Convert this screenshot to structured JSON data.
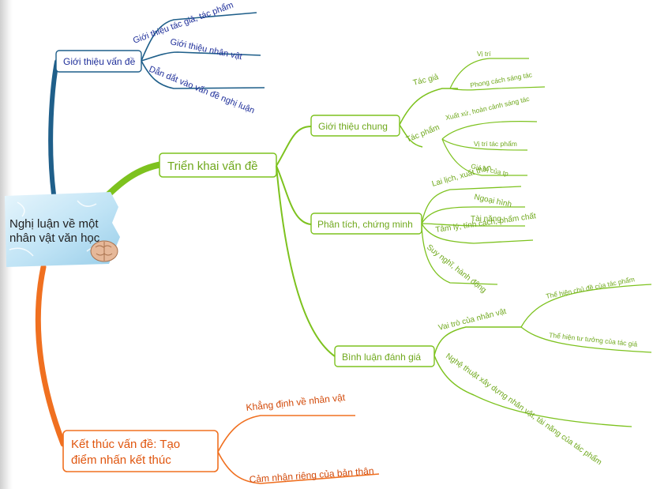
{
  "central": {
    "line1": "Nghị luận về một",
    "line2": "nhân vật văn học"
  },
  "branch_intro": {
    "label": "Giới thiệu vấn đề",
    "children": [
      "Giới thiệu tác giả, tác phẩm",
      "Giới thiệu nhân vật",
      "Dẫn dắt vào vấn đề nghị luận"
    ]
  },
  "branch_body": {
    "label": "Triển khai vấn đề",
    "general": {
      "label": "Giới thiệu chung",
      "author": {
        "label": "Tác giả",
        "children": [
          "Vị trí",
          "Phong cách sáng tác"
        ]
      },
      "work": {
        "label": "Tác phẩm",
        "children": [
          "Xuất xứ, hoàn cảnh sáng tác",
          "Vị trí tác phẩm",
          "Giá trị của tp"
        ]
      }
    },
    "analysis": {
      "label": "Phân tích, chứng minh",
      "children": [
        "Lai lịch, xuất thân",
        "Ngoại hình",
        "Tài năng",
        "Tâm lý, tính cách, phẩm chất",
        "Suy nghĩ, hành động"
      ]
    },
    "evaluation": {
      "label": "Bình luận đánh giá",
      "role": {
        "label": "Vai trò của nhân vật",
        "children": [
          "Thể hiện chủ đề của tác phẩm",
          "Thể hiện tư tưởng của tác giả"
        ]
      },
      "art": "Nghệ thuật xây dựng nhân vật, tài năng của tác phẩm"
    }
  },
  "branch_end": {
    "line1": "Kết thúc vấn đề: Tạo",
    "line2": "điểm nhấn kết thúc",
    "children": [
      "Khẳng định về nhân vật",
      "Cảm nhận riêng của bản thân"
    ]
  },
  "colors": {
    "intro": "#1f5f8a",
    "intro_text": "#1f2f9a",
    "body": "#7dc21e",
    "end": "#f07020",
    "central_bg": "#bfe3f5"
  }
}
